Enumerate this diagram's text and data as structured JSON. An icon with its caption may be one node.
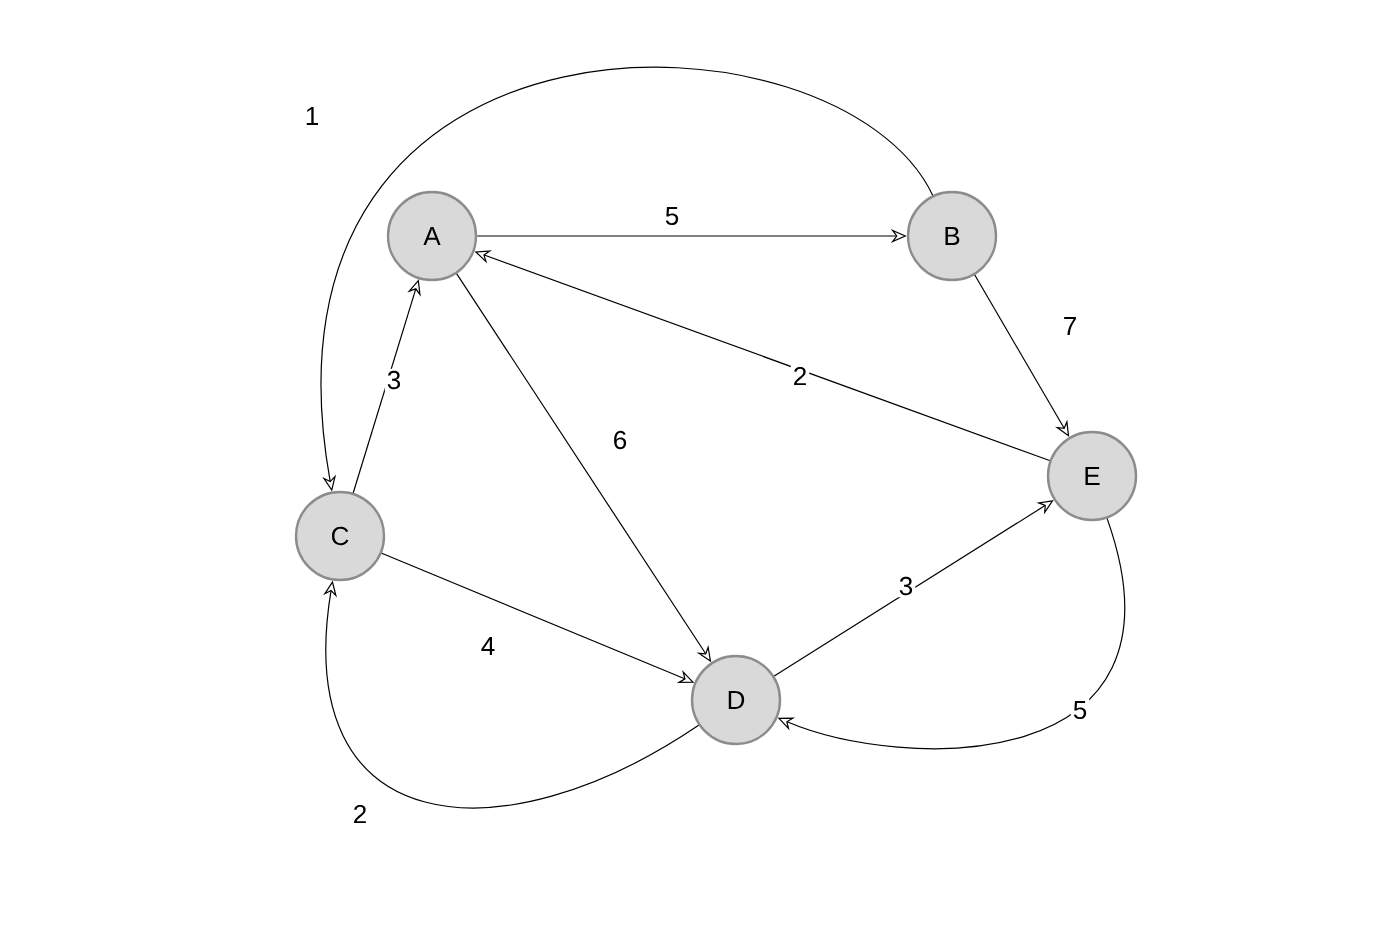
{
  "diagram": {
    "nodes": [
      {
        "text": [
          "A"
        ]
      },
      {
        "text": [
          "B"
        ]
      },
      {
        "text": [
          "C"
        ]
      },
      {
        "text": [
          "D"
        ]
      },
      {
        "text": [
          "E"
        ]
      }
    ],
    "edges": [
      {
        "from": 0,
        "to": 1,
        "arrow": "to",
        "label": "5"
      },
      {
        "from": 1,
        "to": 4,
        "arrow": "to",
        "label": "7"
      },
      {
        "from": 4,
        "to": 0,
        "arrow": "to",
        "label": "2"
      },
      {
        "from": 1,
        "to": 2,
        "arrow": "to",
        "label": "1"
      },
      {
        "from": 2,
        "to": 0,
        "arrow": "to",
        "label": "3"
      },
      {
        "from": 0,
        "to": 3,
        "arrow": "to",
        "label": "6"
      },
      {
        "from": 2,
        "to": 3,
        "arrow": "to",
        "label": "4"
      },
      {
        "from": 3,
        "to": 4,
        "arrow": "to",
        "label": "3"
      },
      {
        "from": 4,
        "to": 3,
        "arrow": "to",
        "label": "5"
      },
      {
        "from": 3,
        "to": 2,
        "arrow": "to",
        "label": "2"
      }
    ]
  }
}
